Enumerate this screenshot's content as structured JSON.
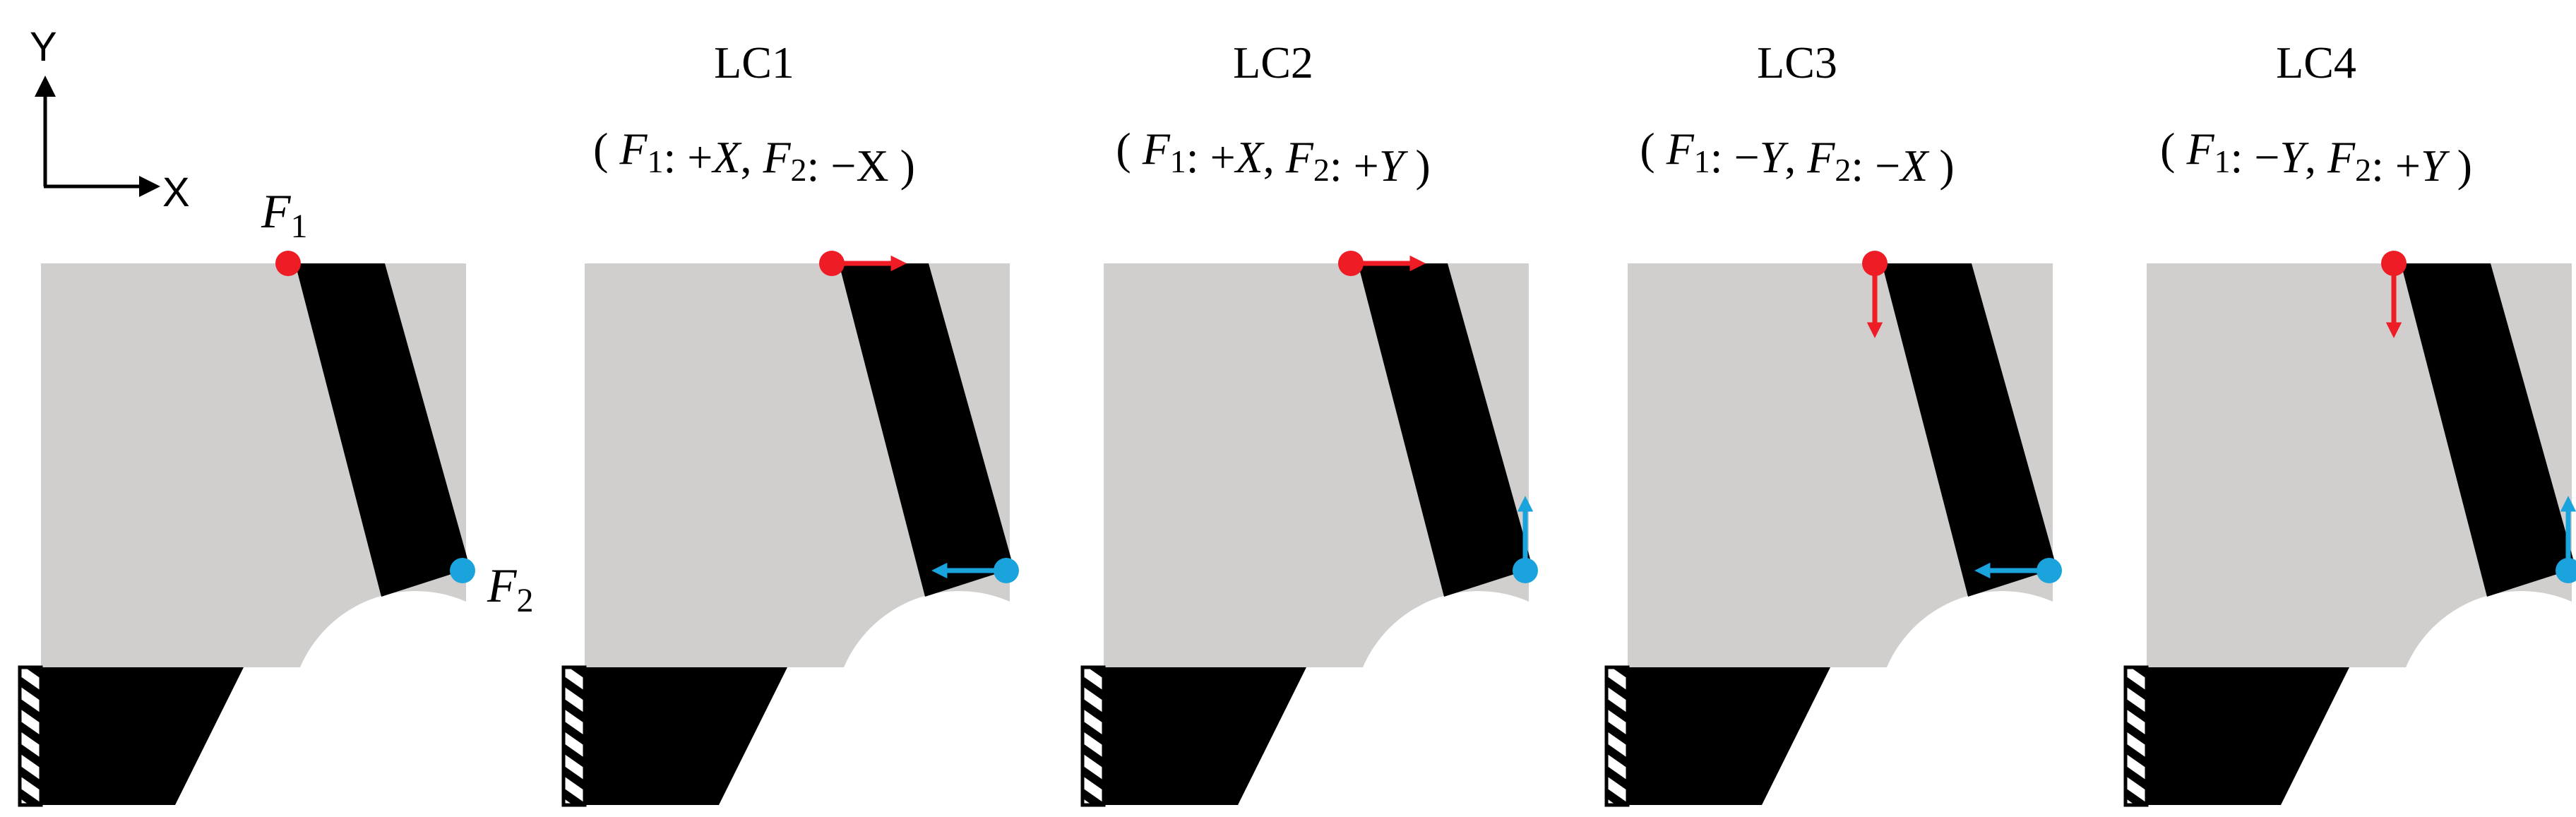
{
  "axes": {
    "x_label": "X",
    "y_label": "Y"
  },
  "reference_panel": {
    "f1_base": "F",
    "f1_sub": "1",
    "f2_base": "F",
    "f2_sub": "2"
  },
  "load_cases": [
    {
      "title": "LC1",
      "f1_dir": "+X",
      "f2_dir": "−X",
      "sub_parts": [
        [
          "( ",
          ""
        ],
        [
          "F",
          "it"
        ],
        [
          "1",
          "sub"
        ],
        [
          ": +",
          ""
        ],
        [
          "X",
          "it"
        ],
        [
          ", ",
          ""
        ],
        [
          "F",
          "it"
        ],
        [
          "2",
          "sub"
        ],
        [
          ": −X )",
          ""
        ]
      ]
    },
    {
      "title": "LC2",
      "f1_dir": "+X",
      "f2_dir": "+Y",
      "sub_parts": [
        [
          "( ",
          ""
        ],
        [
          "F",
          "it"
        ],
        [
          "1",
          "sub"
        ],
        [
          ": +",
          ""
        ],
        [
          "X",
          "it"
        ],
        [
          ", ",
          ""
        ],
        [
          "F",
          "it"
        ],
        [
          "2",
          "sub"
        ],
        [
          ": +",
          ""
        ],
        [
          "Y",
          "it"
        ],
        [
          " )",
          ""
        ]
      ]
    },
    {
      "title": "LC3",
      "f1_dir": "−Y",
      "f2_dir": "−X",
      "sub_parts": [
        [
          "( ",
          ""
        ],
        [
          "F",
          "it"
        ],
        [
          "1",
          "sub"
        ],
        [
          ": −",
          ""
        ],
        [
          "Y",
          "it"
        ],
        [
          ", ",
          ""
        ],
        [
          "F",
          "it"
        ],
        [
          "2",
          "sub"
        ],
        [
          ": −",
          ""
        ],
        [
          "X",
          "it"
        ],
        [
          " )",
          ""
        ]
      ]
    },
    {
      "title": "LC4",
      "f1_dir": "−Y",
      "f2_dir": "+Y",
      "sub_parts": [
        [
          "( ",
          ""
        ],
        [
          "F",
          "it"
        ],
        [
          "1",
          "sub"
        ],
        [
          ": −",
          ""
        ],
        [
          "Y",
          "it"
        ],
        [
          ", ",
          ""
        ],
        [
          "F",
          "it"
        ],
        [
          "2",
          "sub"
        ],
        [
          ": +",
          ""
        ],
        [
          "Y",
          "it"
        ],
        [
          " )",
          ""
        ]
      ]
    }
  ],
  "colors": {
    "design_domain": "#d0cfce",
    "structure": "#000000",
    "f1_load": "#ee1c24",
    "f2_load": "#1aa3dd",
    "background": "#ffffff"
  }
}
